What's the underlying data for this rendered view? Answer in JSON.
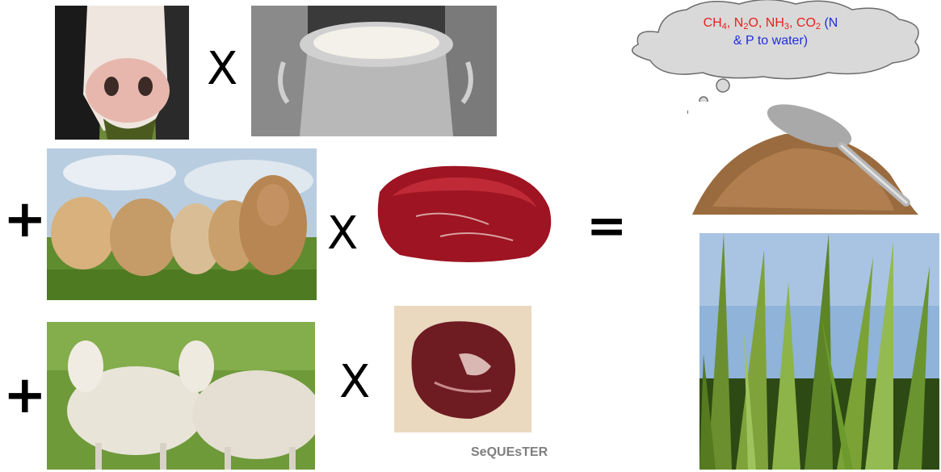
{
  "operators": {
    "times": "X",
    "plus": "+",
    "equals": "="
  },
  "emissions": {
    "ch4_base": "CH",
    "ch4_sub": "4",
    "sep1": ", ",
    "n2o_a": "N",
    "n2o_sub": "2",
    "n2o_b": "O",
    "sep2": ", ",
    "nh3_base": "NH",
    "nh3_sub": "3",
    "sep3": ", ",
    "co2_base": "CO",
    "co2_sub": "2",
    "water_note_line1": " (N",
    "water_note_line2": "& P to water)"
  },
  "caption": "SeQUEsTER",
  "colors": {
    "emission_red": "#e8201c",
    "water_blue": "#1f2fd6",
    "cloud_fill": "#d9d9d9",
    "caption_gray": "#7f7f7f"
  }
}
